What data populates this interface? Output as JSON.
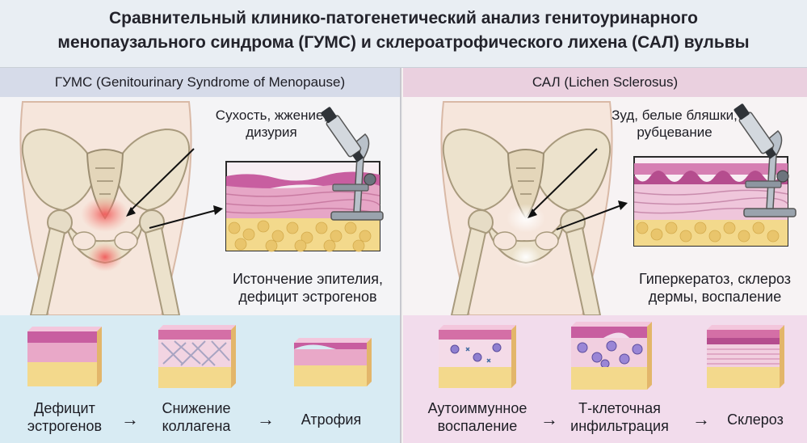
{
  "title": {
    "line1": "Сравнительный клинико-патогенетический анализ генитоуринарного",
    "line2": "менопаузального синдрома (ГУМС) и склероатрофического лихена (САЛ) вульвы"
  },
  "left_panel": {
    "heading": "ГУМС (Genitourinary Syndrome of Menopause)",
    "symptom_line1": "Сухость, жжение,",
    "symptom_line2": "дизурия",
    "histology_line1": "Истончение эпителия,",
    "histology_line2": "дефицит эстрогенов",
    "flow": [
      {
        "line1": "Дефицит",
        "line2": "эстрогенов"
      },
      {
        "line1": "Снижение",
        "line2": "коллагена"
      },
      {
        "line1": "Атрофия",
        "line2": ""
      }
    ]
  },
  "right_panel": {
    "heading": "САЛ (Lichen Sclerosus)",
    "symptom_line1": "Зуд, белые бляшки,",
    "symptom_line2": "рубцевание",
    "histology_line1": "Гиперкератоз, склероз",
    "histology_line2": "дермы, воспаление",
    "flow": [
      {
        "line1": "Аутоиммунное",
        "line2": "воспаление"
      },
      {
        "line1": "Т-клеточная",
        "line2": "инфильтрация"
      },
      {
        "line1": "Склероз",
        "line2": ""
      }
    ]
  },
  "flow_arrow": "→",
  "colors": {
    "left_band": "#d6dbe9",
    "right_band": "#ead0df",
    "left_bottom": "#d8ebf3",
    "right_bottom": "#f2dcec",
    "bone": "#e8dcc5",
    "inflammation": "#f07a78",
    "tissue_pink": "#e7a6c4",
    "fat_yellow": "#f3d98c"
  }
}
